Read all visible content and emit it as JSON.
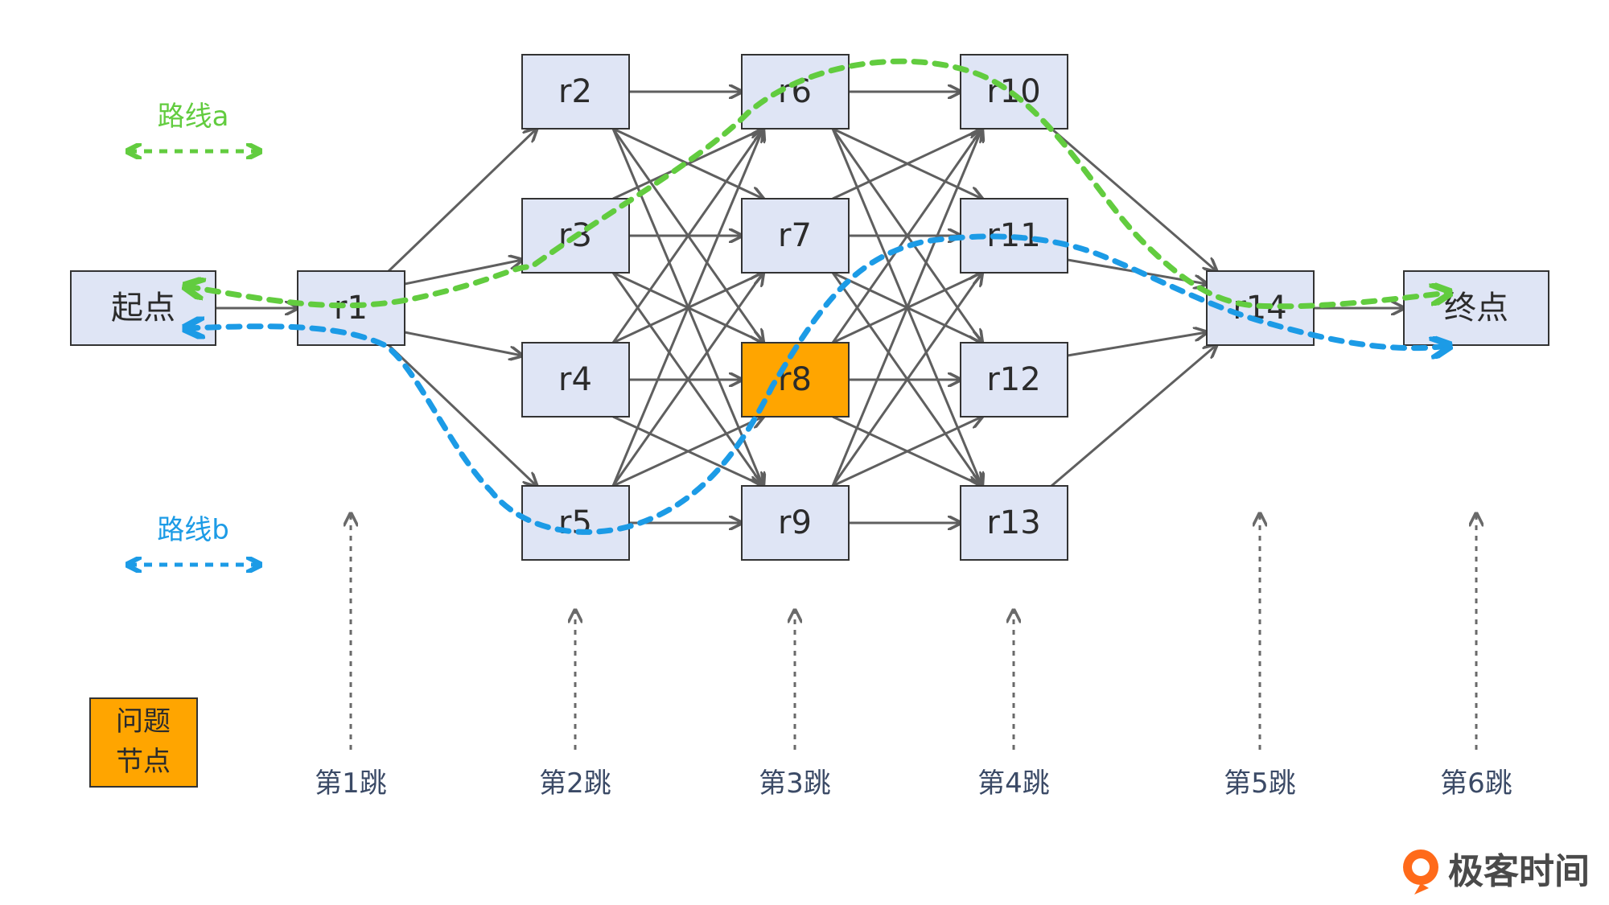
{
  "nodes": {
    "start": "起点",
    "r1": "r1",
    "r2": "r2",
    "r3": "r3",
    "r4": "r4",
    "r5": "r5",
    "r6": "r6",
    "r7": "r7",
    "r8": "r8",
    "r9": "r9",
    "r10": "r10",
    "r11": "r11",
    "r12": "r12",
    "r13": "r13",
    "r14": "r14",
    "end": "终点"
  },
  "legend": {
    "route_a": "路线a",
    "route_b": "路线b",
    "problem_node_line1": "问题",
    "problem_node_line2": "节点"
  },
  "hops": [
    "第1跳",
    "第2跳",
    "第3跳",
    "第4跳",
    "第5跳",
    "第6跳"
  ],
  "brand": {
    "name": "极客时间"
  },
  "colors": {
    "route_a": "#62cc3f",
    "route_b": "#1c9be6",
    "problem_node": "#ffa500",
    "node_fill": "#dfe5f5"
  }
}
